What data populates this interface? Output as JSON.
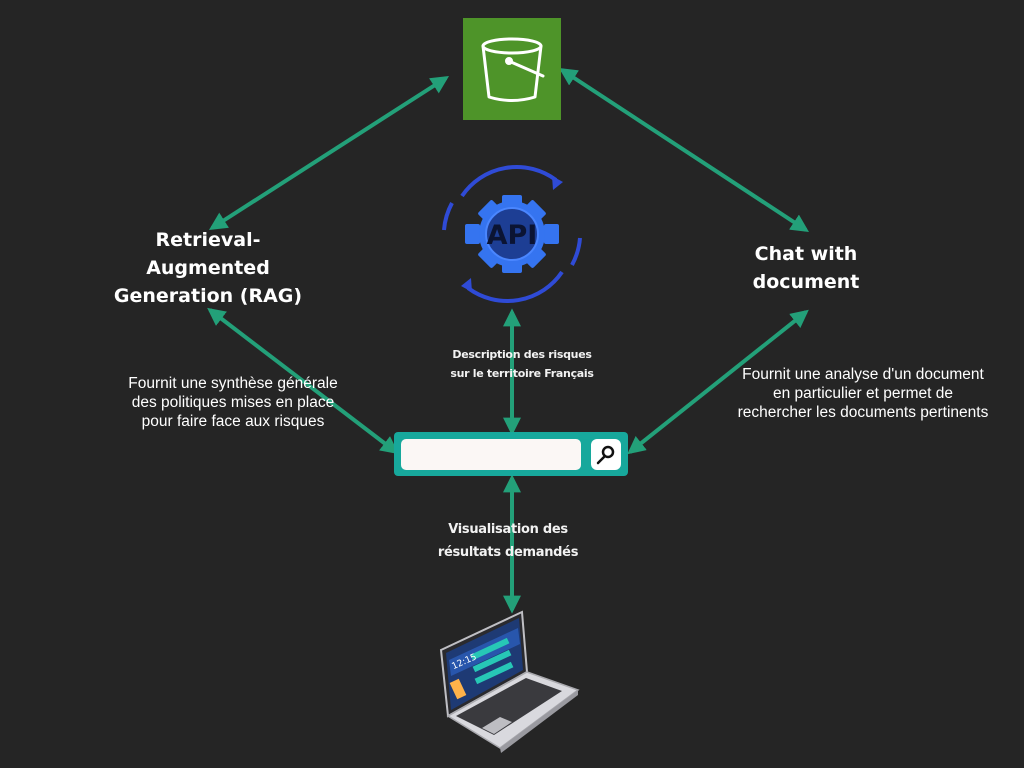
{
  "nodes": {
    "storage": {
      "icon": "bucket-icon",
      "color": "#3f8624"
    },
    "api": {
      "icon": "api-gear-icon",
      "label": "API",
      "color": "#3574f0"
    },
    "rag": {
      "title_lines": [
        "Retrieval-",
        "Augmented",
        "Generation (RAG)"
      ]
    },
    "chat": {
      "title_lines": [
        "Chat with",
        "document"
      ]
    },
    "search": {
      "placeholder": "",
      "icon": "search-icon",
      "color": "#17a89c"
    },
    "laptop": {
      "icon": "laptop-icon",
      "screen_time": "12:15"
    }
  },
  "descriptions": {
    "rag": [
      "Fournit une synthèse générale",
      "des politiques mises en place",
      "pour faire face aux risques"
    ],
    "chat": [
      "Fournit une analyse d'un document",
      "en particulier et permet de",
      "rechercher les documents pertinents"
    ]
  },
  "edge_labels": {
    "api_search": [
      "Description des risques",
      "sur le territoire Français"
    ],
    "search_laptop": [
      "Visualisation des",
      "résultats demandés"
    ]
  },
  "colors": {
    "arrow": "#23a079",
    "background": "#252525"
  }
}
